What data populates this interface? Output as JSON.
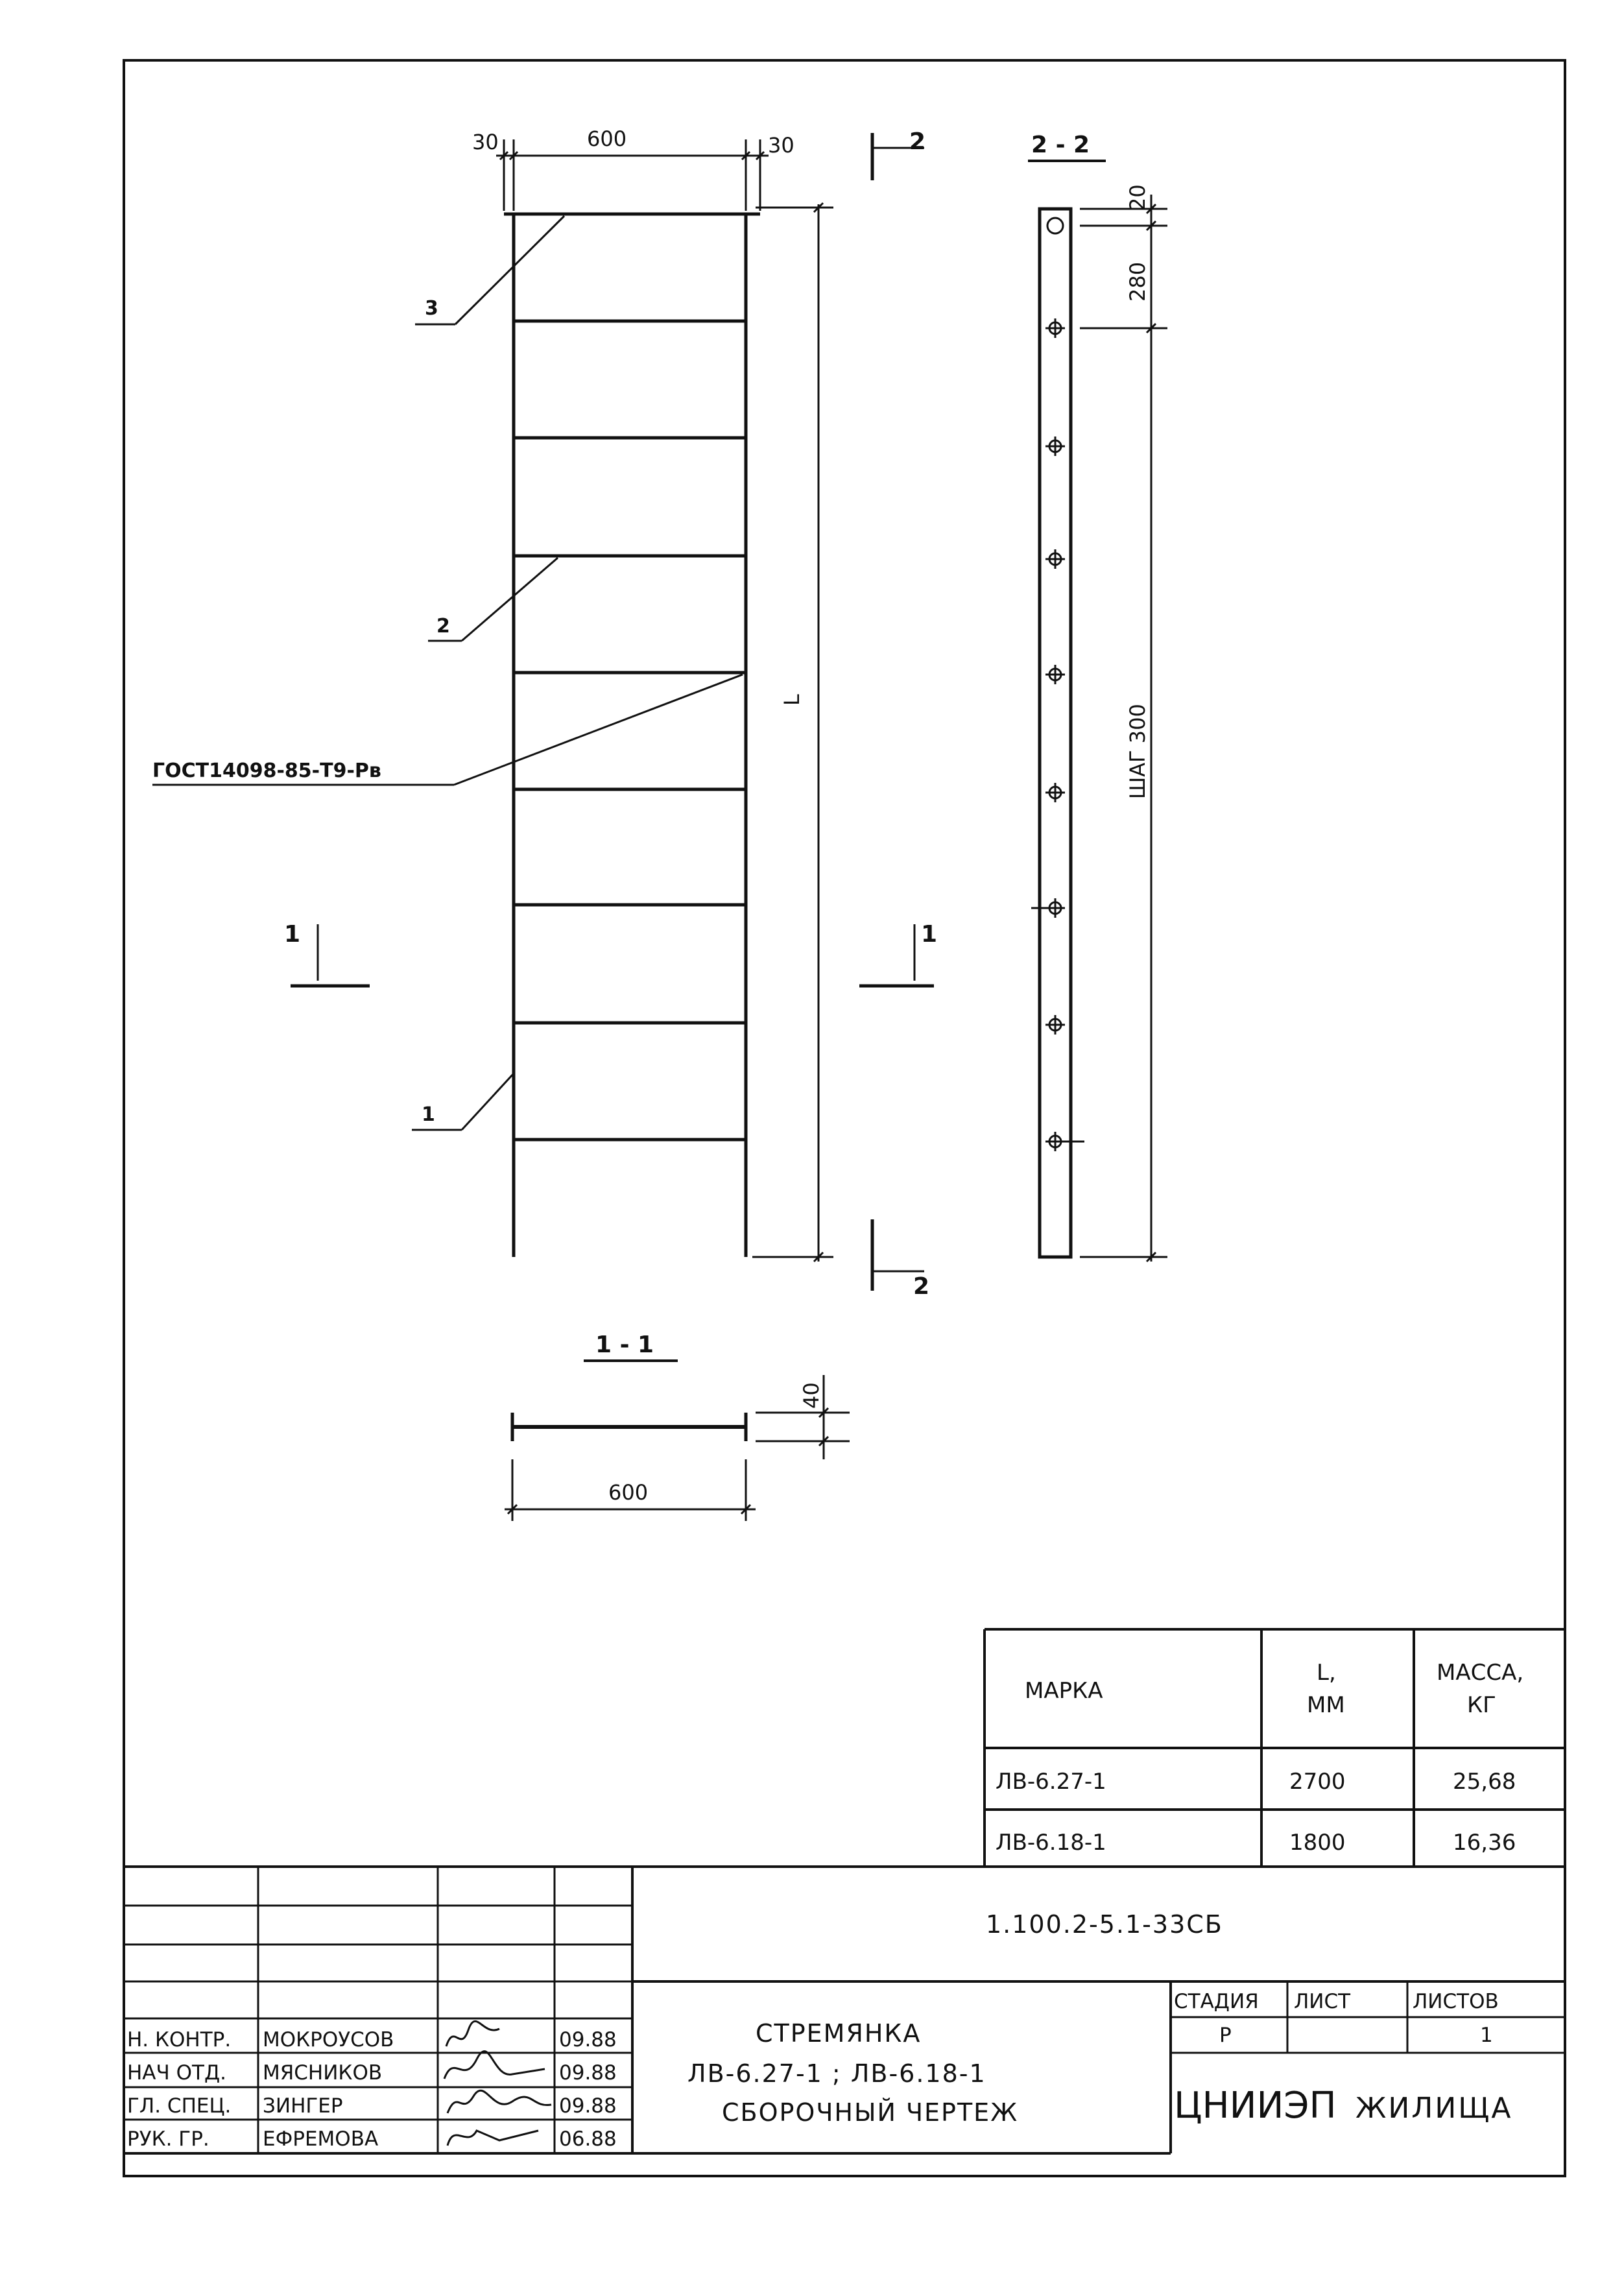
{
  "drawing": {
    "dimensions": {
      "top_left_offset": "30",
      "top_width": "600",
      "top_right_offset": "30",
      "height_symbol": "L",
      "section22_top": "20",
      "section22_first": "280",
      "section22_pitch": "ШАГ 300",
      "section11_thickness": "40",
      "section11_width": "600"
    },
    "callouts": {
      "part_1": "1",
      "part_2": "2",
      "part_3": "3",
      "weld_note": "ГОСТ14098-85-Т9-Рв"
    },
    "sections": {
      "s11_title": "1 - 1",
      "s22_title": "2 - 2",
      "cut1_left": "1",
      "cut1_right": "1",
      "cut2_top": "2",
      "cut2_bottom": "2"
    }
  },
  "spec_table": {
    "headers": [
      "МАРКА",
      "L,",
      "ММ",
      "МАССА,",
      "КГ"
    ],
    "rows": [
      {
        "mark": "ЛВ-6.27-1",
        "length": "2700",
        "mass": "25,68"
      },
      {
        "mark": "ЛВ-6.18-1",
        "length": "1800",
        "mass": "16,36"
      }
    ]
  },
  "title_block": {
    "doc_code": "1.100.2-5.1-33СБ",
    "title_line1": "СТРЕМЯНКА",
    "title_line2": "ЛВ-6.27-1 ; ЛВ-6.18-1",
    "title_line3": "СБОРОЧНЫЙ ЧЕРТЕЖ",
    "stage_label": "СТАДИЯ",
    "sheet_label": "ЛИСТ",
    "sheets_label": "ЛИСТОВ",
    "stage_value": "Р",
    "sheet_value": "",
    "sheets_value": "1",
    "org_big": "ЦНИИЭП",
    "org_small": "ЖИЛИЩА",
    "signatures": [
      {
        "role": "Н. КОНТР.",
        "name": "МОКРОУСОВ",
        "date": "09.88"
      },
      {
        "role": "НАЧ ОТД.",
        "name": "МЯСНИКОВ",
        "date": "09.88"
      },
      {
        "role": "ГЛ. СПЕЦ.",
        "name": "ЗИНГЕР",
        "date": "09.88"
      },
      {
        "role": "РУК. ГР.",
        "name": "ЕФРЕМОВА",
        "date": "06.88"
      }
    ]
  }
}
